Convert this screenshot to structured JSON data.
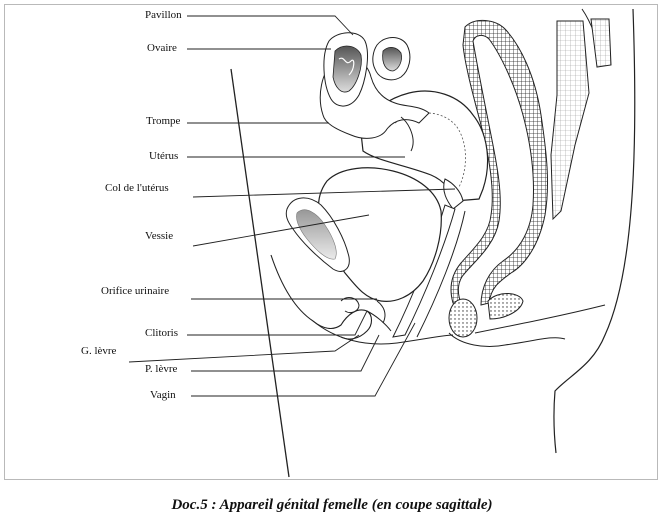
{
  "labels": {
    "pavillon": "Pavillon",
    "ovaire": "Ovaire",
    "trompe": "Trompe",
    "uterus": "Utérus",
    "col": "Col de l'utérus",
    "vessie": "Vessie",
    "orifice": "Orifice urinaire",
    "clitoris": "Clitoris",
    "g_levre": "G. lèvre",
    "p_levre_a": "P.",
    "p_levre_b": "lèvre",
    "vagin": "Vagin"
  },
  "caption": "Doc.5 : Appareil génital femelle (en coupe sagittale)"
}
